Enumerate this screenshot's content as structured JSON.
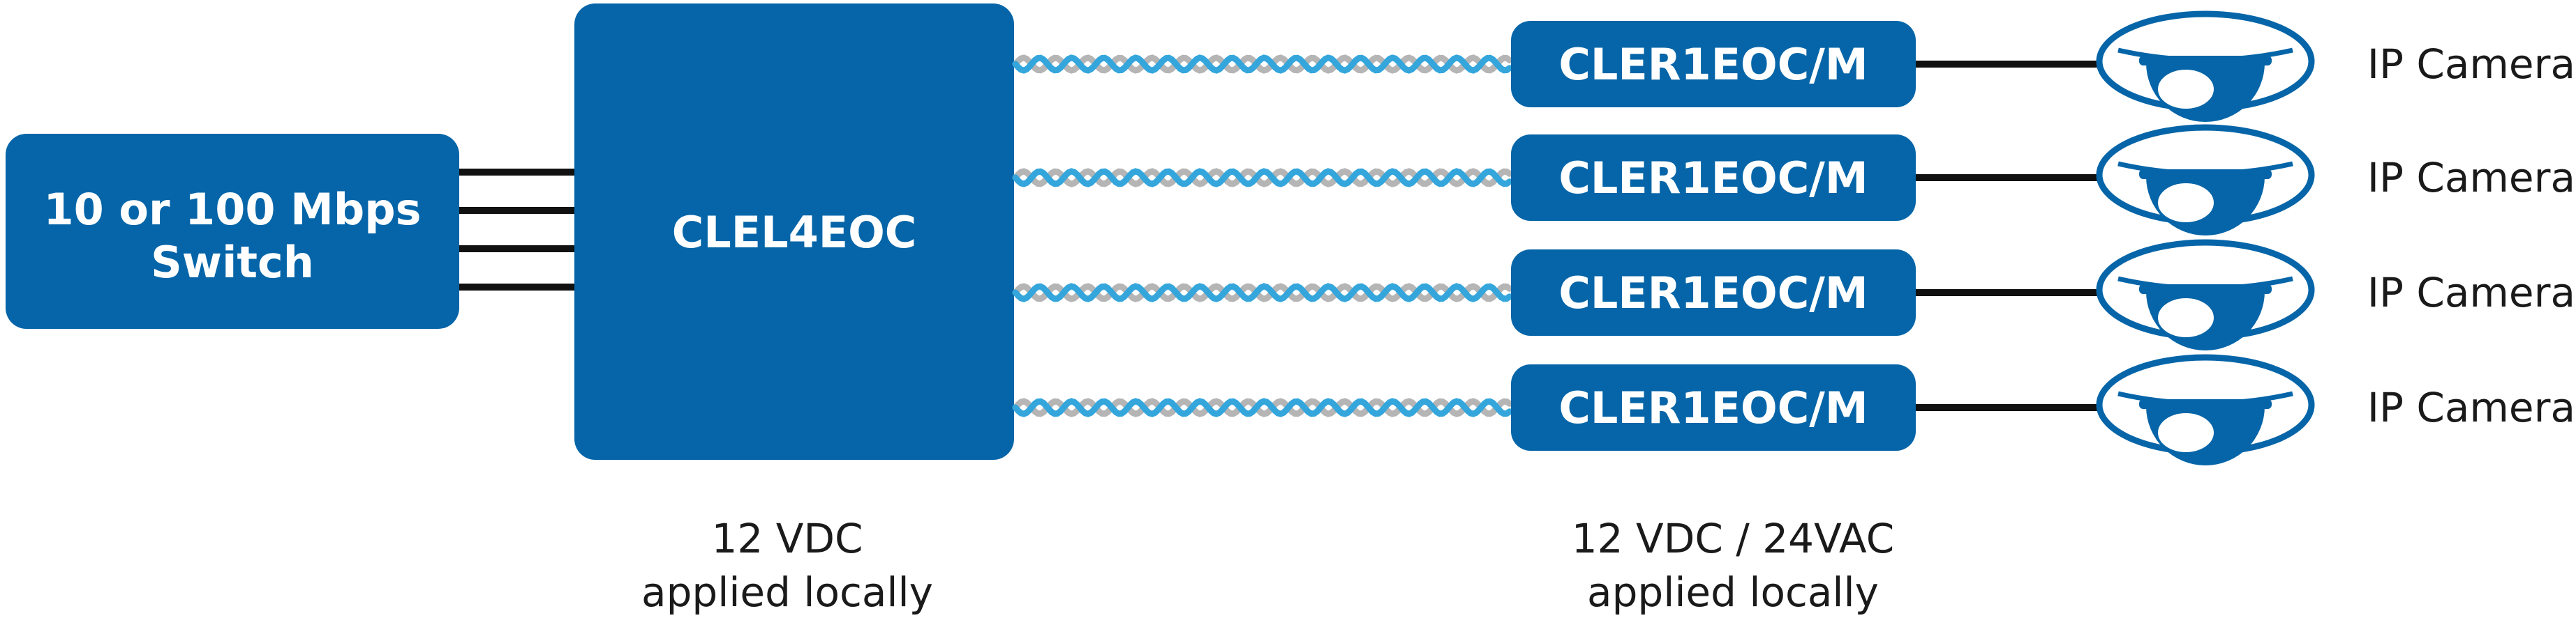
{
  "switch": {
    "line1": "10 or 100 Mbps",
    "line2": "Switch"
  },
  "hub": {
    "label": "CLEL4EOC"
  },
  "remotes": [
    {
      "label": "CLER1EOC/M",
      "camera": "IP Camera"
    },
    {
      "label": "CLER1EOC/M",
      "camera": "IP Camera"
    },
    {
      "label": "CLER1EOC/M",
      "camera": "IP Camera"
    },
    {
      "label": "CLER1EOC/M",
      "camera": "IP Camera"
    }
  ],
  "power_left": {
    "line1": "12 VDC",
    "line2": "applied locally"
  },
  "power_right": {
    "line1": "12 VDC / 24VAC",
    "line2": "applied locally"
  },
  "colors": {
    "box_blue": "#0565a8",
    "cable_blue": "#34a6dc",
    "cable_gray": "#b5b5b5",
    "line_black": "#111111",
    "camera_outline": "#0565a8"
  }
}
